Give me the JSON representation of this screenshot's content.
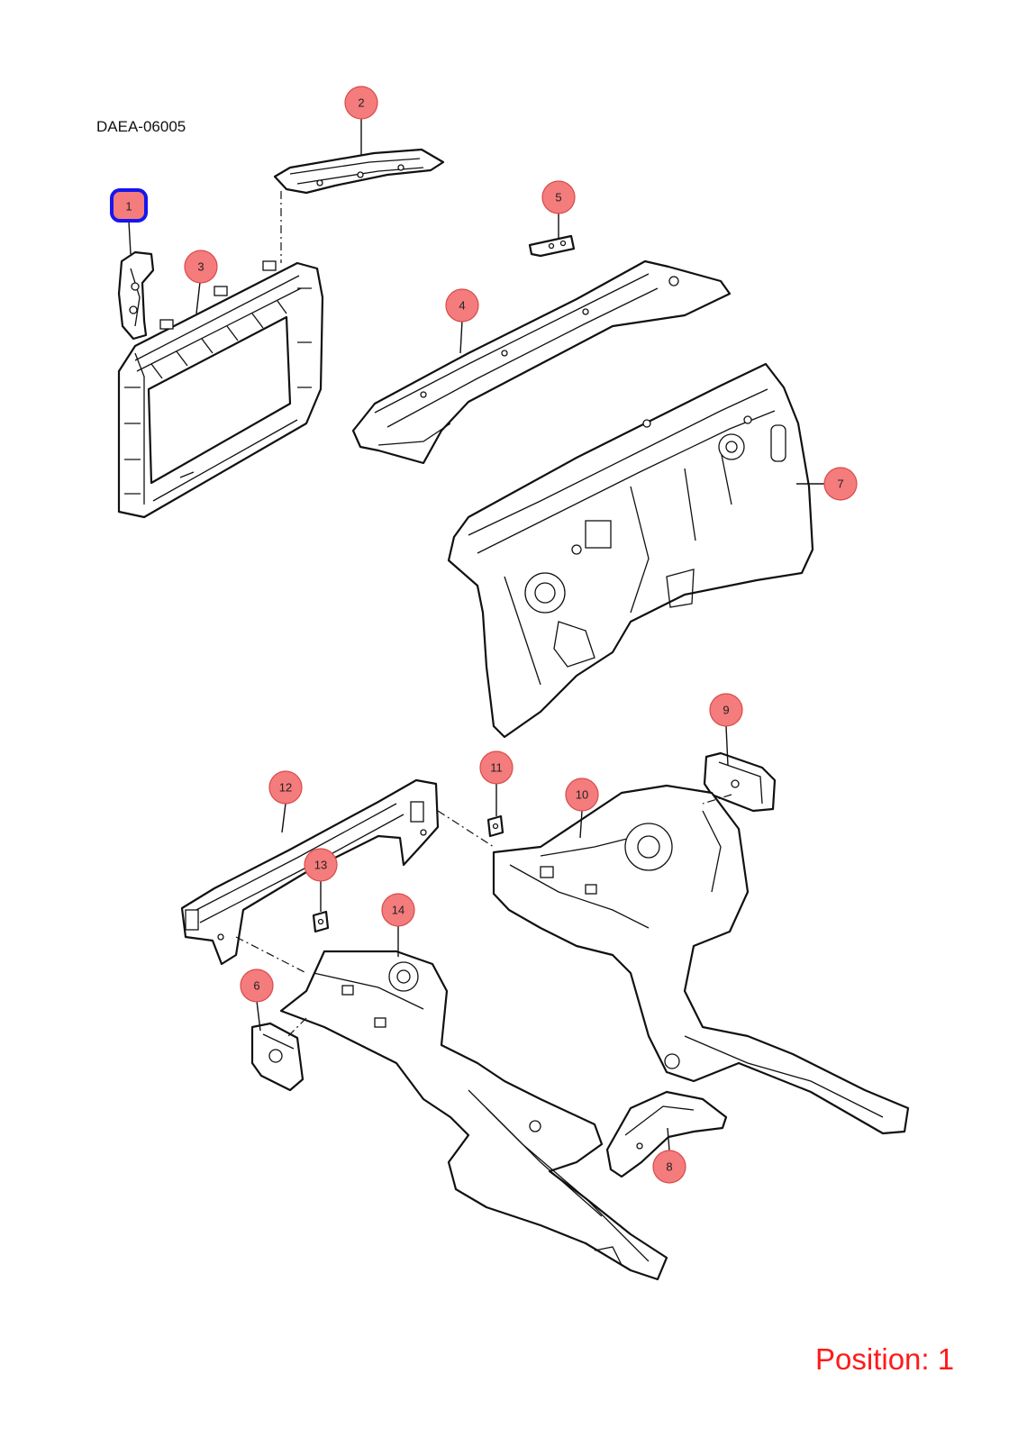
{
  "drawing_code": "DAEA-06005",
  "position_label": "Position: 1",
  "selected_callout": "1",
  "callouts": [
    "1",
    "2",
    "3",
    "4",
    "5",
    "6",
    "7",
    "8",
    "9",
    "10",
    "11",
    "12",
    "13",
    "14"
  ],
  "colors": {
    "callout_fill": "#f47c7c",
    "selected_outline": "#1616ee",
    "position_text": "#ff1a1a",
    "line_art": "#111111"
  }
}
